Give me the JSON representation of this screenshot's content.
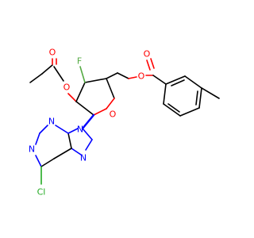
{
  "molecule": {
    "colors": {
      "carbon": "#000000",
      "oxygen": "#ff0000",
      "nitrogen": "#0000ff",
      "fluorine": "#55aa44",
      "chlorine": "#22aa22"
    },
    "atom_labels": {
      "acetyl_carbonyl_o": "O",
      "acetyl_ester_o": "O",
      "fluorine": "F",
      "ring_o": "O",
      "ester_o": "O",
      "benzoyl_carbonyl_o": "O",
      "purine_n1": "N",
      "purine_n3": "N",
      "purine_n7": "N",
      "purine_n9": "N",
      "chlorine": "Cl"
    }
  }
}
